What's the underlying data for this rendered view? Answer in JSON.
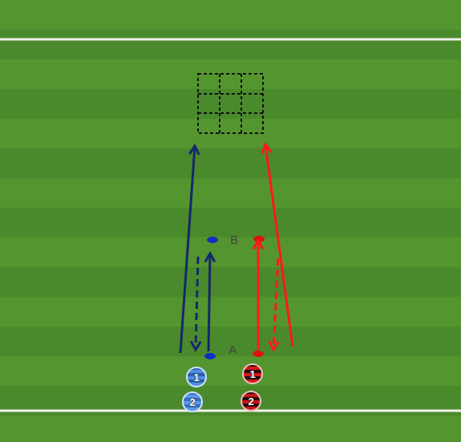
{
  "diagram": {
    "nodes": [
      {
        "text": [
          "1"
        ]
      },
      {
        "text": [
          "2"
        ]
      },
      {
        "text": [
          "1"
        ]
      },
      {
        "text": [
          "2"
        ]
      }
    ],
    "labels": [
      "B",
      "A"
    ]
  }
}
